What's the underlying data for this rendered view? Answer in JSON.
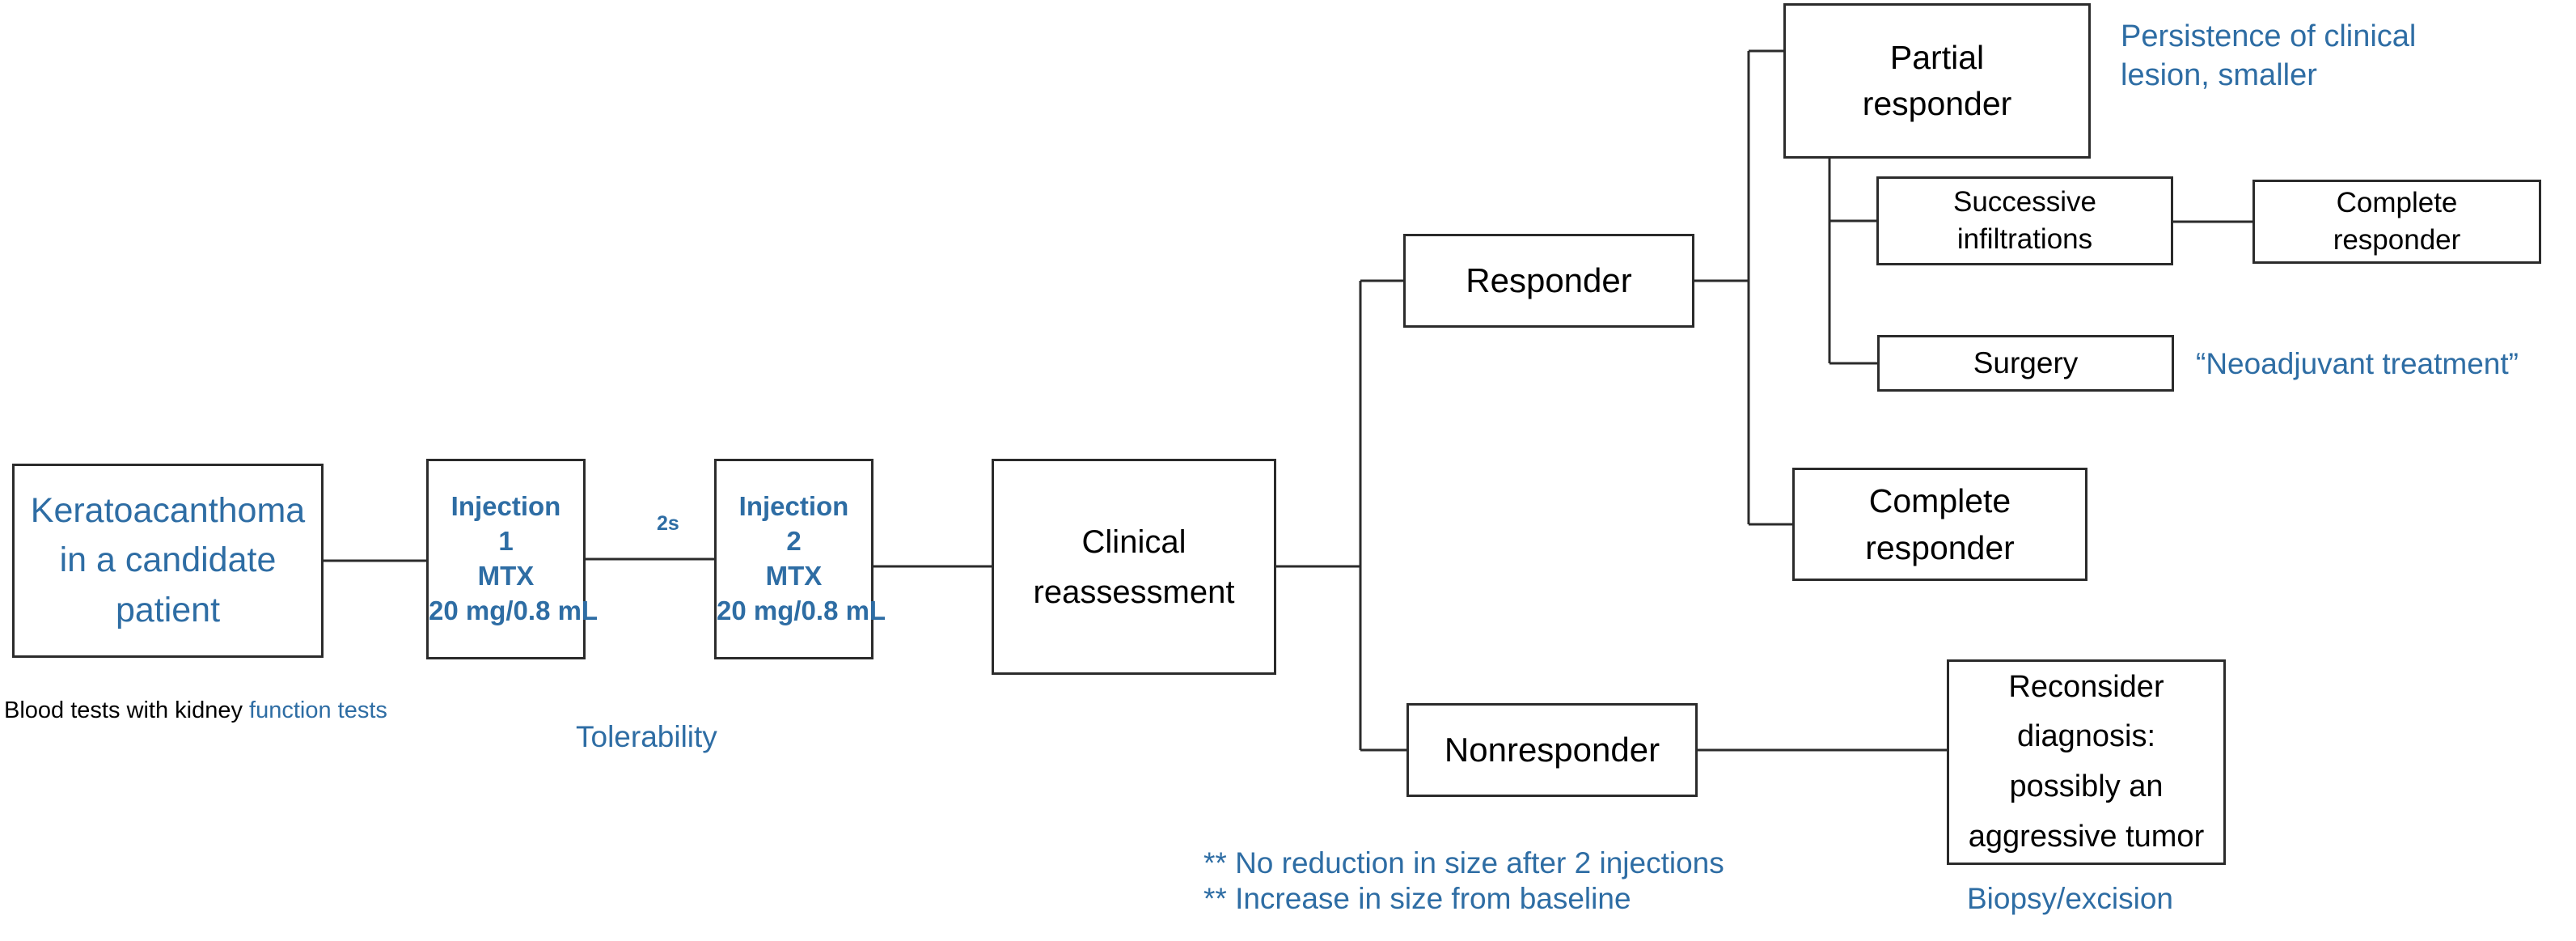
{
  "diagram": {
    "title": "Keratoacanthoma intralesional methotrexate treatment algorithm",
    "line_color": "#2b2b2b",
    "accent_color": "#2e6da4",
    "text_color": "#000000"
  },
  "nodes": {
    "keratoacanthoma": {
      "line1": "Keratoacanthoma",
      "line2": "in a candidate",
      "line3": "patient"
    },
    "injection_1": {
      "line1": "Injection",
      "line2": "1",
      "line3": "MTX",
      "line4": "20 mg/0.8 mL"
    },
    "injection_2": {
      "line1": "Injection",
      "line2": "2",
      "line3": "MTX",
      "line4": "20 mg/0.8 mL"
    },
    "clinical_reassessment": {
      "line1": "Clinical",
      "line2": "reassessment"
    },
    "responder": {
      "line1": "Responder"
    },
    "nonresponder": {
      "line1": "Nonresponder"
    },
    "partial_responder": {
      "line1": "Partial",
      "line2": "responder"
    },
    "successive_infiltrations": {
      "line1": "Successive",
      "line2": "infiltrations"
    },
    "complete_responder_top": {
      "line1": "Complete",
      "line2": "responder"
    },
    "surgery": {
      "line1": "Surgery"
    },
    "complete_responder_mid": {
      "line1": "Complete",
      "line2": "responder"
    },
    "reconsider_diagnosis": {
      "line1": "Reconsider",
      "line2": "diagnosis:",
      "line3": "possibly an",
      "line4": "aggressive tumor"
    }
  },
  "edge_labels": {
    "interval_between_injections": "2s"
  },
  "captions": {
    "blood_tests_black": "Blood tests with kidney",
    "blood_tests_blue": "function tests",
    "tolerability": "Tolerability",
    "persistence_line1": "Persistence of clinical",
    "persistence_line2": "lesion, smaller",
    "neoadjuvant": "“Neoadjuvant treatment”",
    "nonresponder_criteria_line1": "** No reduction in size after 2 injections",
    "nonresponder_criteria_line2": "** Increase in size from baseline",
    "biopsy_excision": "Biopsy/excision"
  },
  "edges": [
    {
      "from": "keratoacanthoma",
      "to": "injection_1"
    },
    {
      "from": "injection_1",
      "to": "injection_2",
      "label": "2s"
    },
    {
      "from": "injection_2",
      "to": "clinical_reassessment"
    },
    {
      "from": "clinical_reassessment",
      "to": "responder"
    },
    {
      "from": "clinical_reassessment",
      "to": "nonresponder"
    },
    {
      "from": "responder",
      "to": "partial_responder"
    },
    {
      "from": "responder",
      "to": "complete_responder_mid"
    },
    {
      "from": "partial_responder",
      "to": "successive_infiltrations"
    },
    {
      "from": "partial_responder",
      "to": "surgery"
    },
    {
      "from": "successive_infiltrations",
      "to": "complete_responder_top"
    },
    {
      "from": "nonresponder",
      "to": "reconsider_diagnosis"
    }
  ]
}
